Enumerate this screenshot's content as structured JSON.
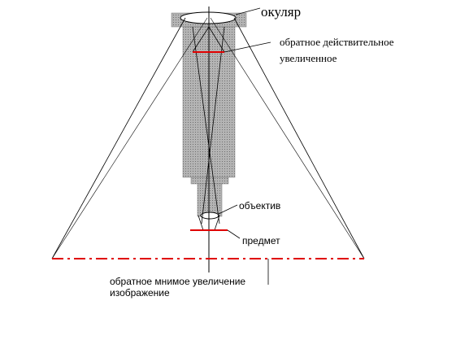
{
  "labels": {
    "eyepiece": "окуляр",
    "real_image_line1": "обратное действительное",
    "real_image_line2": "увеличенное",
    "objective": "объектив",
    "object": "предмет",
    "virtual_image_line1": "обратное мнимое увеличение",
    "virtual_image_line2": "изображение"
  },
  "colors": {
    "tube": "#a6a6a6",
    "ray": "#000000",
    "image_line": "#e00000",
    "background": "#ffffff"
  }
}
